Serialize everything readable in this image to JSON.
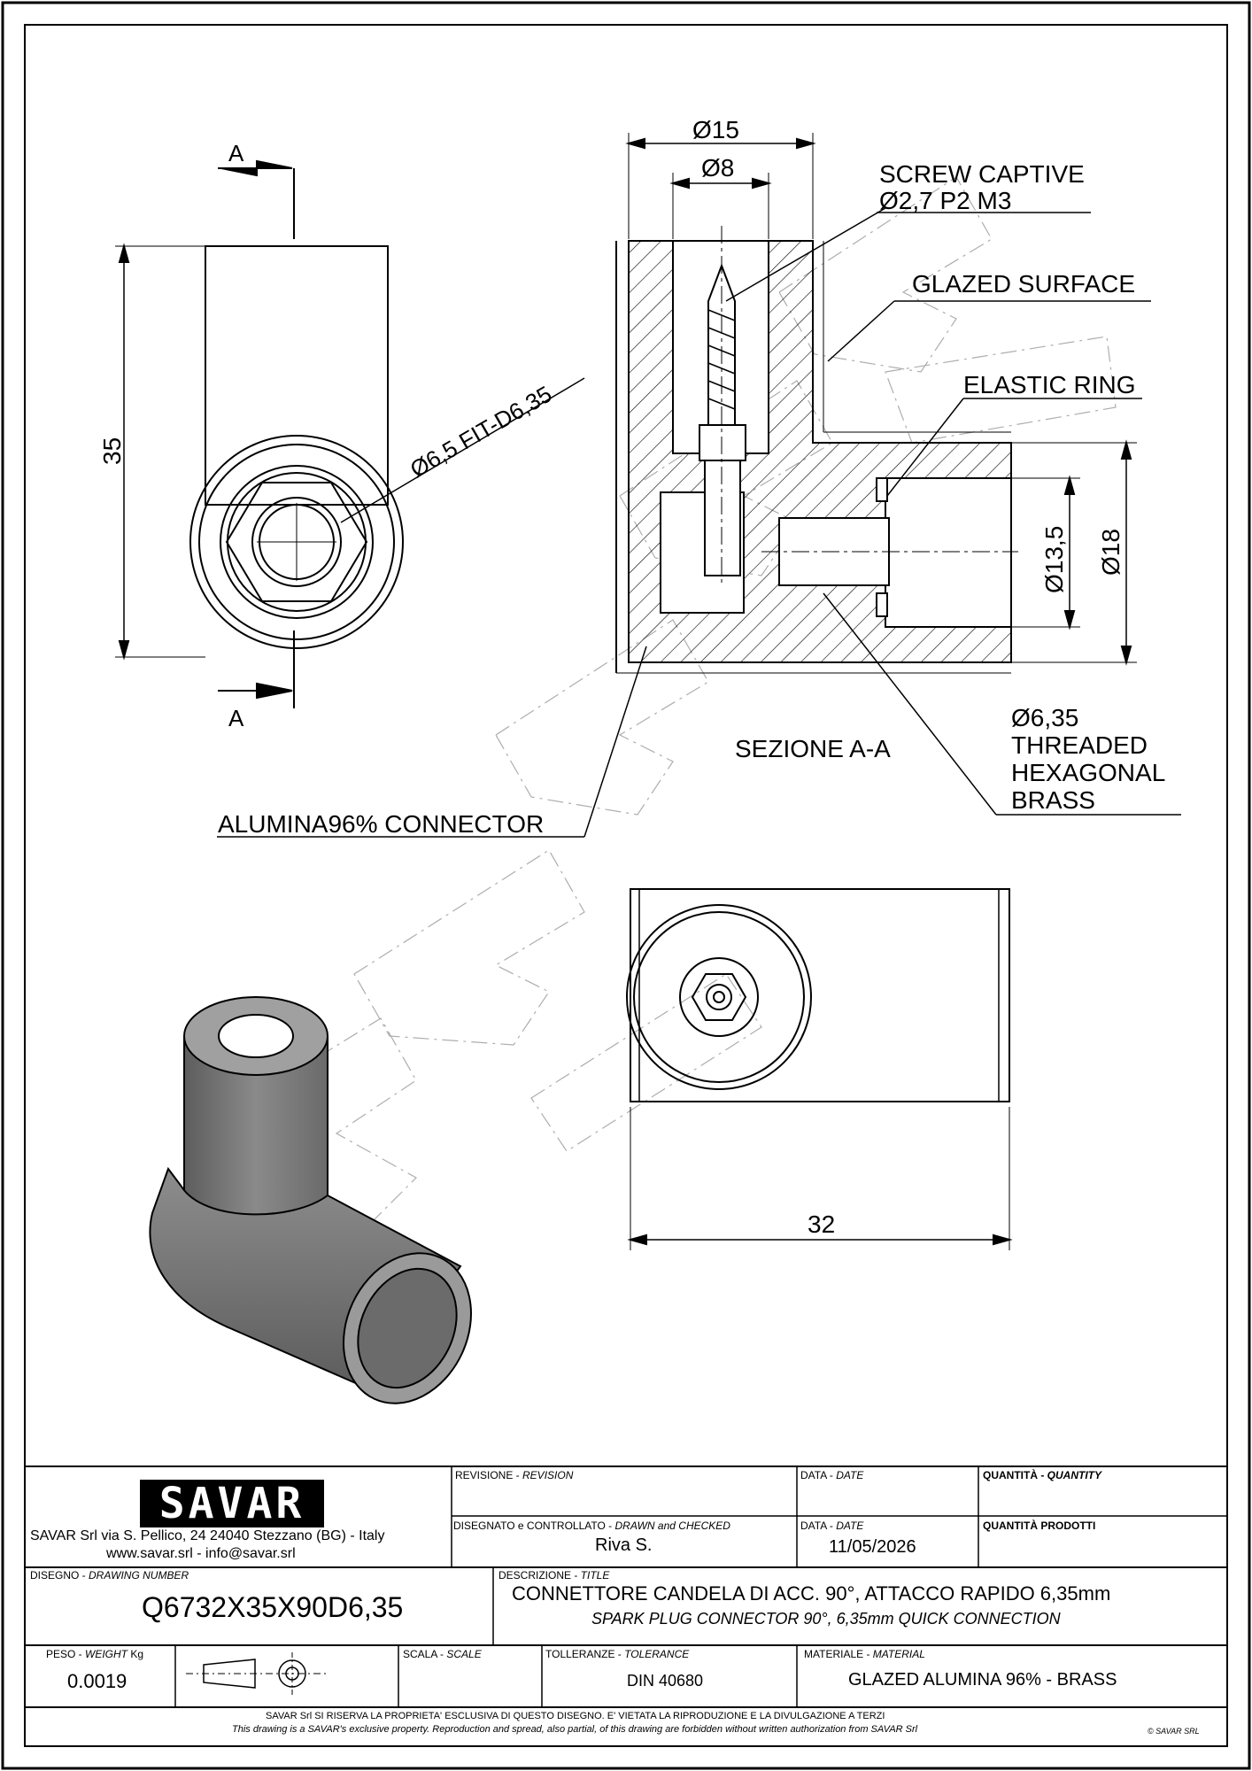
{
  "drawing": {
    "section_marker_top": "A",
    "section_marker_bottom": "A",
    "dim_height": "35",
    "dim_hole": "Ø6,5 FIT-D6,35",
    "dim_outer_diameter": "Ø15",
    "dim_inner_diameter": "Ø8",
    "callout_screw_line1": "SCREW CAPTIVE",
    "callout_screw_line2": "Ø2,7 P2 M3",
    "callout_glazed": "GLAZED SURFACE",
    "callout_ring": "ELASTIC RING",
    "dim_bore_small": "Ø13,5",
    "dim_bore_large": "Ø18",
    "section_title": "SEZIONE A-A",
    "callout_brass_line1": "Ø6,35",
    "callout_brass_line2": "THREADED",
    "callout_brass_line3": "HEXAGONAL",
    "callout_brass_line4": "BRASS",
    "callout_body": "ALUMINA96% CONNECTOR",
    "dim_length": "32"
  },
  "title_block": {
    "logo_text": "SAVAR",
    "company_line1": "SAVAR Srl via S. Pellico, 24  24040 Stezzano (BG) - Italy",
    "company_line2": "www.savar.srl  -  info@savar.srl",
    "revision_label": "REVISIONE - ",
    "revision_label_en": "REVISION",
    "date_label": "DATA - ",
    "date_label_en": "DATE",
    "quantity_label": "QUANTITÀ - ",
    "quantity_label_en": "QUANTITY",
    "drawn_label": "DISEGNATO e CONTROLLATO - ",
    "drawn_label_en": "DRAWN and CHECKED",
    "drawn_value": "Riva S.",
    "date_label_2": "DATA - ",
    "date_label_2_en": "DATE",
    "date_value": "11/05/2026",
    "quantity_products_label": "QUANTITÀ  PRODOTTI",
    "drawing_number_label": "DISEGNO - ",
    "drawing_number_label_en": "DRAWING NUMBER",
    "drawing_number": "Q6732X35X90D6,35",
    "description_label": "DESCRIZIONE - ",
    "description_label_en": "TITLE",
    "title_it": "CONNETTORE CANDELA DI ACC. 90°, ATTACCO RAPIDO 6,35mm",
    "title_en": "SPARK PLUG CONNECTOR 90°, 6,35mm QUICK CONNECTION",
    "weight_label": "PESO - ",
    "weight_label_en": "WEIGHT",
    "weight_unit": " Kg",
    "weight_value": "0.0019",
    "scale_label": "SCALA - ",
    "scale_label_en": "SCALE",
    "tolerance_label": "TOLLERANZE - ",
    "tolerance_label_en": "TOLERANCE",
    "tolerance_value": "DIN 40680",
    "material_label": "MATERIALE - ",
    "material_label_en": "MATERIAL",
    "material_value": "GLAZED ALUMINA 96% - BRASS",
    "footer_it": "SAVAR Srl SI RISERVA LA PROPRIETA' ESCLUSIVA DI QUESTO DISEGNO. E' VIETATA LA RIPRODUZIONE E LA DIVULGAZIONE A TERZI",
    "footer_en": "This drawing is a SAVAR's exclusive property. Reproduction and spread, also partial, of this drawing are forbidden without written authorization from SAVAR Srl",
    "copyright": "© SAVAR SRL"
  }
}
